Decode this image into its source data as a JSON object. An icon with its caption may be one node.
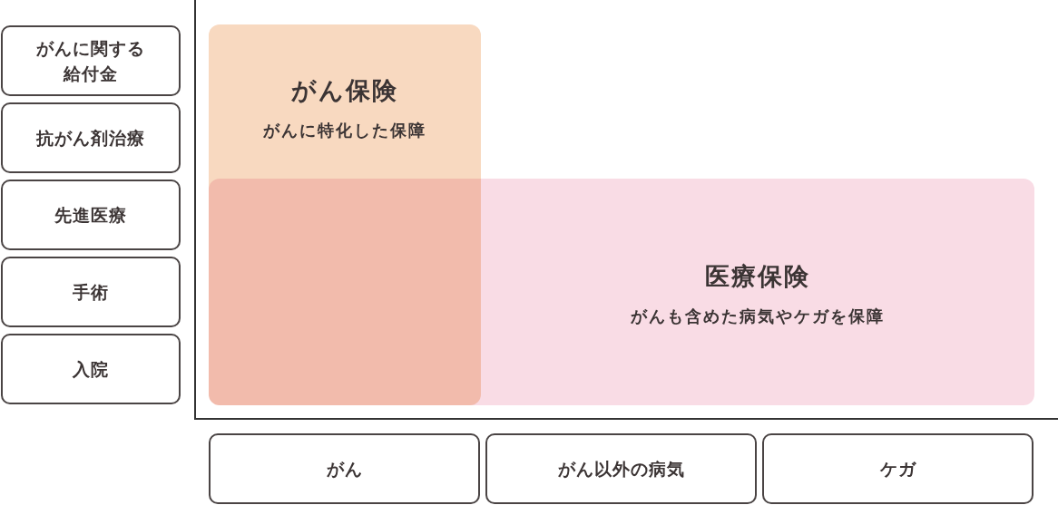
{
  "diagram": {
    "nodes": [
      {
        "text": [
          "がんに関する給付金"
        ]
      },
      {
        "text": [
          "抗がん剤治療"
        ]
      },
      {
        "text": [
          "先進医療"
        ]
      },
      {
        "text": [
          "手術"
        ]
      },
      {
        "text": [
          "入院"
        ]
      },
      {
        "text": [
          "がん保険",
          "がんに特化した保障"
        ]
      },
      {
        "text": [
          "医療保険",
          "がんも含めた病気やケガを保障"
        ]
      },
      {
        "text": [
          "がん"
        ]
      },
      {
        "text": [
          "がん以外の病気"
        ]
      },
      {
        "text": [
          "ケガ"
        ]
      }
    ],
    "edges": []
  }
}
